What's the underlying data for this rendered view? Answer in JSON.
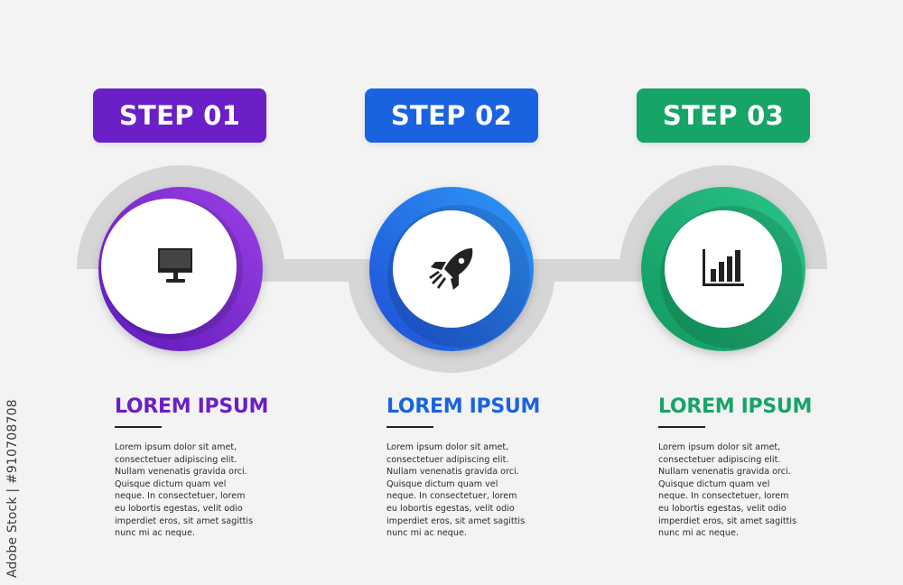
{
  "steps": [
    {
      "badge": "STEP 01",
      "color": "#6b1fc6",
      "gradient": [
        "#5d1ab8",
        "#9b3fe6"
      ],
      "icon": "monitor-icon",
      "heading": "LOREM IPSUM",
      "body": "Lorem ipsum dolor sit amet,\nconsectetuer adipiscing elit.\nNullam venenatis gravida orci.\nQuisque dictum quam vel\nneque. In consectetuer, lorem\neu lobortis egestas, velit odio\nimperdiet eros, sit amet sagittis\nnunc mi ac neque."
    },
    {
      "badge": "STEP 02",
      "color": "#1a63e0",
      "gradient": [
        "#1d4fd6",
        "#2f98f7"
      ],
      "icon": "rocket-icon",
      "heading": "LOREM IPSUM",
      "body": "Lorem ipsum dolor sit amet,\nconsectetuer adipiscing elit.\nNullam venenatis gravida orci.\nQuisque dictum quam vel\nneque. In consectetuer, lorem\neu lobortis egestas, velit odio\nimperdiet eros, sit amet sagittis\nnunc mi ac neque."
    },
    {
      "badge": "STEP 03",
      "color": "#16a467",
      "gradient": [
        "#12995f",
        "#2ac488"
      ],
      "icon": "bar-chart-icon",
      "heading": "LOREM IPSUM",
      "body": "Lorem ipsum dolor sit amet,\nconsectetuer adipiscing elit.\nNullam venenatis gravida orci.\nQuisque dictum quam vel\nneque. In consectetuer, lorem\neu lobortis egestas, velit odio\nimperdiet eros, sit amet sagittis\nnunc mi ac neque."
    }
  ],
  "connector_color": "#d6d6d6",
  "watermark": "Adobe Stock | #910708708"
}
